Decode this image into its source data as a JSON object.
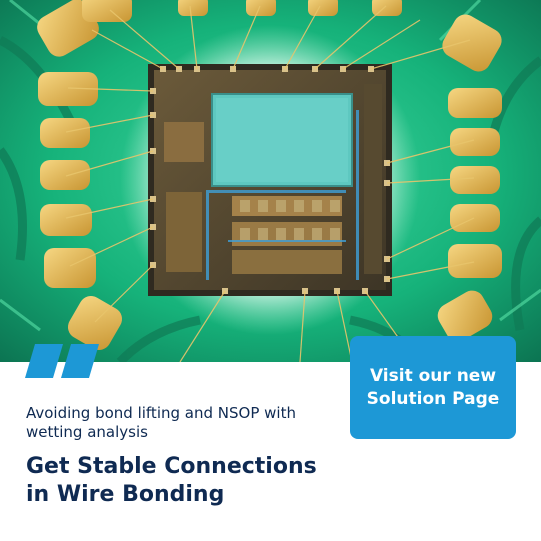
{
  "banner": {
    "cta_label": "Visit our new\nSolution Page",
    "subheading": "Avoiding bond lifting and NSOP with\nwetting analysis",
    "headline": "Get Stable Connections\nin Wire Bonding"
  },
  "colors": {
    "accent_blue": "#1d98d6",
    "text_navy": "#0f2a52",
    "pcb_green": "#1fa86a",
    "pad_gold": "#e3b84a",
    "die_cyan": "#5cc7c2"
  },
  "icons": {
    "quote_mark": "brand-quote-icon"
  }
}
